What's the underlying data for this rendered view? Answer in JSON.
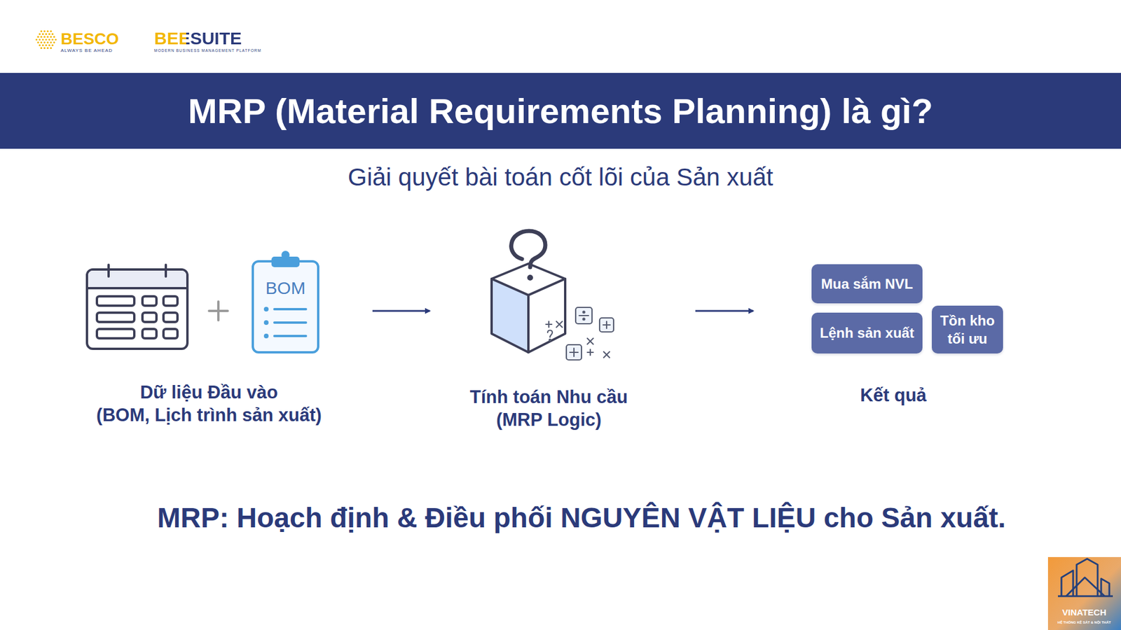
{
  "diagram": {
    "title": "MRP (Material Requirements Planning) là gì?",
    "nodes": [
      {
        "text": [
          "Mua sắm NVL"
        ]
      },
      {
        "text": [
          "Lệnh sản xuất"
        ]
      },
      {
        "text": [
          "Tồn kho tối ưu"
        ]
      }
    ],
    "labels": [
      "BESCO",
      "ALWAYS BE AHEAD",
      "BEESUITE",
      "MODERN BUSINESS MANAGEMENT PLATFORM",
      "Giải quyết bài toán cốt lõi của Sản xuất",
      "BOM",
      "Dữ liệu Đầu vào (BOM, Lịch trình sản xuất)",
      "Tính toán Nhu cầu (MRP Logic)",
      "Kết quả",
      "MRP: Hoạch định & Điều phối NGUYÊN VẬT LIỆU cho Sản xuất.",
      "VINATECH",
      "HỆ THỐNG KỆ SẮT & NỘI THẤT"
    ]
  }
}
